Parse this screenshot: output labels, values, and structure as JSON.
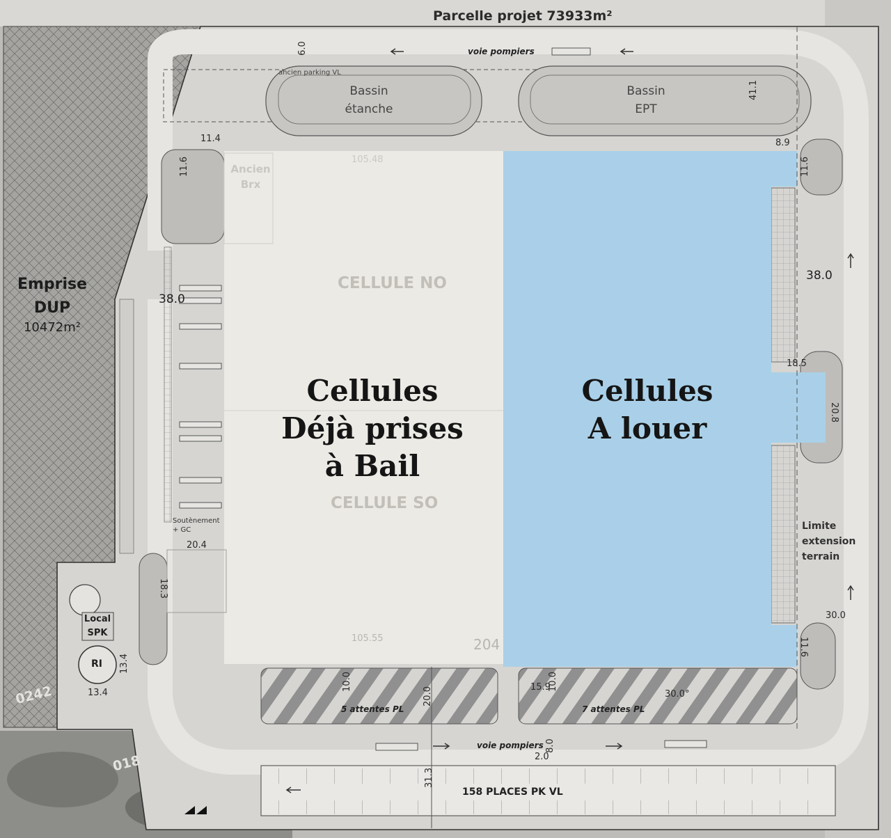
{
  "parcel": {
    "title": "Parcelle projet 73933m²"
  },
  "dup": {
    "title_line1": "Emprise",
    "title_line2": "DUP",
    "area": "10472m²"
  },
  "basins": [
    {
      "line1": "Bassin",
      "line2": "étanche"
    },
    {
      "line1": "Bassin",
      "line2": "EPT"
    }
  ],
  "old_parking": "ancien parking VL",
  "fire_lane_top": "voie pompiers",
  "fire_lane_bottom": "voie pompiers",
  "cell_left": {
    "ghost_top": "CELLULE NO",
    "ghost_bottom": "CELLULE SO",
    "label_line1": "Cellules",
    "label_line2": "Déjà prises",
    "label_line3": "à Bail",
    "fill": "#eceae5"
  },
  "cell_right": {
    "label_line1": "Cellules",
    "label_line2": "A louer",
    "fill": "#a9d0e8"
  },
  "ancien_brx": {
    "line1": "Ancien",
    "line2": "Brx"
  },
  "local_spk": {
    "line1": "Local",
    "line2": "SPK"
  },
  "ri": "RI",
  "limit_extension": {
    "line1": "Limite",
    "line2": "extension",
    "line3": "terrain"
  },
  "retaining_wall": {
    "line1": "Soutènement",
    "line2": "+ GC"
  },
  "truck_waits": [
    "5 attentes PL",
    "7 attentes PL"
  ],
  "parking": "158 PLACES PK VL",
  "dimensions": {
    "d_6_0": "6.0",
    "d_41_1": "41.1",
    "d_11_4": "11.4",
    "d_11_6a": "11.6",
    "d_8_9": "8.9",
    "d_11_6b": "11.6",
    "d_38_0_left": "38.0",
    "d_38_0_right": "38.0",
    "d_18_5": "18.5",
    "d_20_8": "20.8",
    "d_20_4": "20.4",
    "d_18_3": "18.3",
    "d_30_0": "30.0",
    "d_11_6c": "11.6",
    "d_10_0a": "10.0",
    "d_20_0": "20.0",
    "d_15_9": "15.9",
    "d_10_0b": "10.0",
    "d_30_deg": "30.0°",
    "d_8_0": "8.0",
    "d_2_0": "2.0",
    "d_31_3": "31.3",
    "d_13_4a": "13.4",
    "d_13_4b": "13.4",
    "d_105_48": "105.48",
    "d_105_55": "105.55",
    "d_204": "204"
  },
  "cadastre": {
    "c1": "0242",
    "c2": "018"
  },
  "colors": {
    "background_aerial": "#b9b9b6",
    "site_ground": "#d4d3d0",
    "building_free": "#a9d0e8",
    "building_leased": "#eceae5"
  }
}
